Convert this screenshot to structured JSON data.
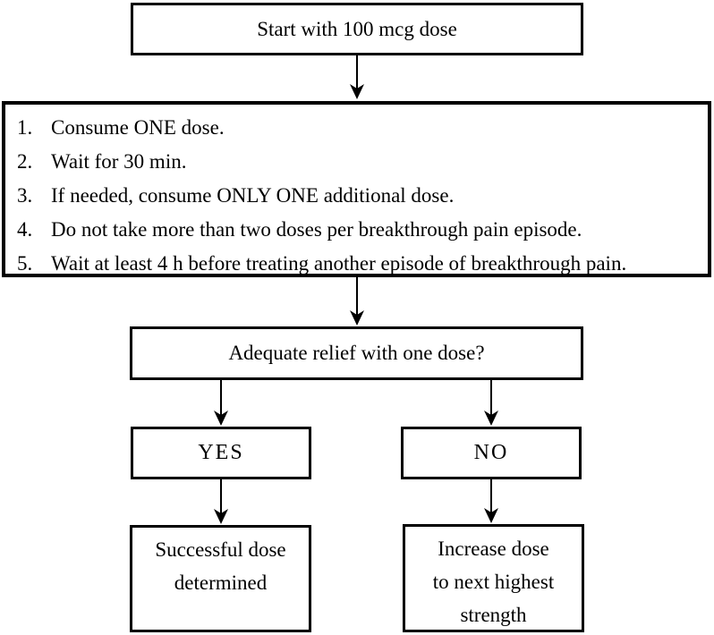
{
  "flowchart": {
    "start_label": "Start with 100 mcg dose",
    "instructions": {
      "items": [
        {
          "num": "1.",
          "text": "Consume ONE dose."
        },
        {
          "num": "2.",
          "text": "Wait for 30 min."
        },
        {
          "num": "3.",
          "text": "If needed, consume ONLY ONE additional dose."
        },
        {
          "num": "4.",
          "text": "Do not take more than two doses per breakthrough pain episode."
        },
        {
          "num": "5.",
          "text": "Wait at least 4 h before treating another episode of breakthrough pain."
        }
      ]
    },
    "question_label": "Adequate relief with one dose?",
    "yes_label": "YES",
    "no_label": "NO",
    "yes_outcome": {
      "lines": [
        "Successful dose",
        "determined"
      ]
    },
    "no_outcome": {
      "lines": [
        "Increase dose",
        "to next highest",
        "strength"
      ]
    }
  },
  "colors": {
    "line": "#000000",
    "box_border": "#000000",
    "box_fill": "#ffffff",
    "background": "#ffffff",
    "text": "#000000"
  }
}
